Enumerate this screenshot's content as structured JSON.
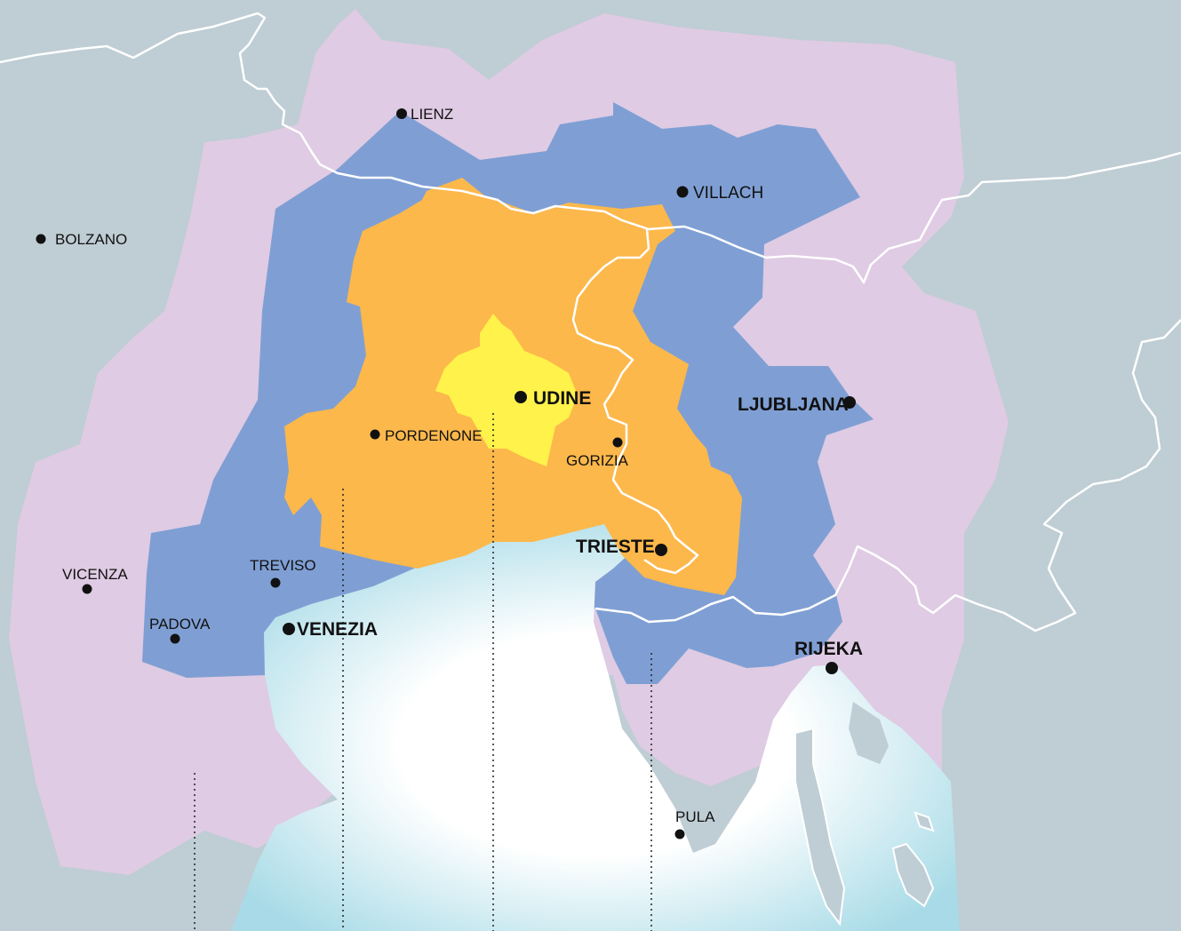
{
  "colors": {
    "background": "#bfcdd4",
    "outer_zone": "#dfcbe3",
    "middle_zone": "#7f9fd4",
    "inner_zone": "#fcb84b",
    "core_zone": "#fff24a",
    "sea": "#b4e0ea",
    "sea_center": "#ffffff",
    "border_line": "#ffffff",
    "city_dot": "#111111"
  },
  "cities": {
    "lienz": "LIENZ",
    "villach": "VILLACH",
    "bolzano": "BOLZANO",
    "udine": "UDINE",
    "pordenone": "PORDENONE",
    "gorizia": "GORIZIA",
    "ljubljana": "LJUBLJANA",
    "trieste": "TRIESTE",
    "treviso": "TREVISO",
    "vicenza": "VICENZA",
    "padova": "PADOVA",
    "venezia": "VENEZIA",
    "rijeka": "RIJEKA",
    "pula": "PULA"
  }
}
